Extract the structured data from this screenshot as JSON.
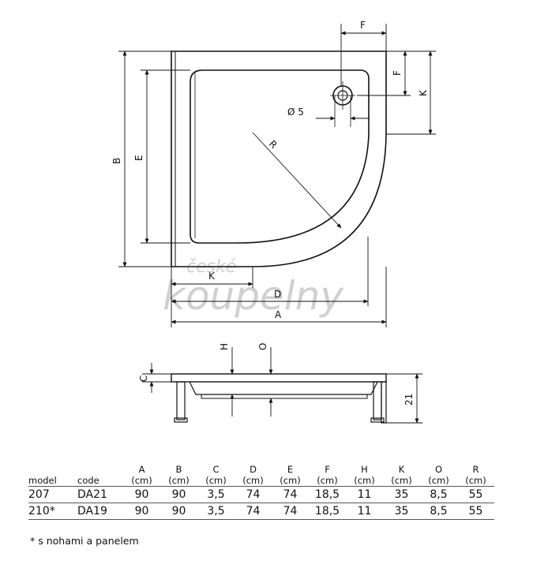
{
  "drawing": {
    "labels": {
      "F": "F",
      "K": "K",
      "B": "B",
      "E": "E",
      "R": "R",
      "D": "D",
      "A": "A",
      "H": "H",
      "O": "O",
      "C": "C",
      "dia": "Ø 5",
      "height": "21"
    },
    "watermark": {
      "line1": "české",
      "line2": "koupelny"
    }
  },
  "table": {
    "headers": [
      {
        "key": "model",
        "top": "",
        "bottom": "model"
      },
      {
        "key": "code",
        "top": "",
        "bottom": "code"
      },
      {
        "key": "A",
        "top": "A",
        "bottom": "(cm)"
      },
      {
        "key": "B",
        "top": "B",
        "bottom": "(cm)"
      },
      {
        "key": "C",
        "top": "C",
        "bottom": "(cm)"
      },
      {
        "key": "D",
        "top": "D",
        "bottom": "(cm)"
      },
      {
        "key": "E",
        "top": "E",
        "bottom": "(cm)"
      },
      {
        "key": "F",
        "top": "F",
        "bottom": "(cm)"
      },
      {
        "key": "H",
        "top": "H",
        "bottom": "(cm)"
      },
      {
        "key": "K",
        "top": "K",
        "bottom": "(cm)"
      },
      {
        "key": "O",
        "top": "O",
        "bottom": "(cm)"
      },
      {
        "key": "R",
        "top": "R",
        "bottom": "(cm)"
      }
    ],
    "rows": [
      [
        "207",
        "DA21",
        "90",
        "90",
        "3,5",
        "74",
        "74",
        "18,5",
        "11",
        "35",
        "8,5",
        "55"
      ],
      [
        "210*",
        "DA19",
        "90",
        "90",
        "3,5",
        "74",
        "74",
        "18,5",
        "11",
        "35",
        "8,5",
        "55"
      ]
    ]
  },
  "footnote": "* s nohami a panelem"
}
